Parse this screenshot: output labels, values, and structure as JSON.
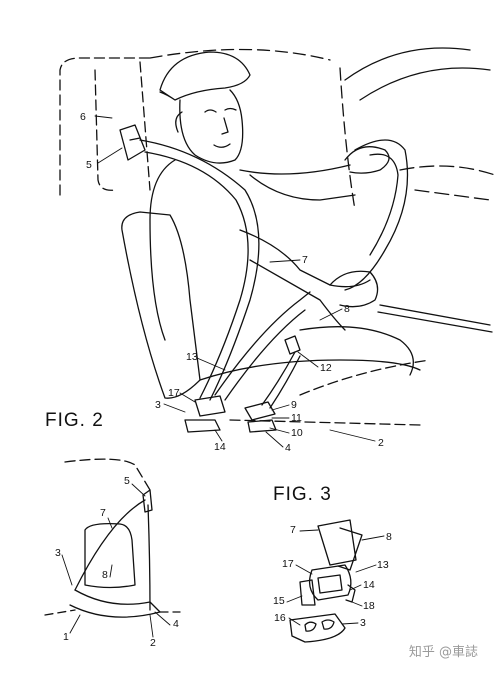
{
  "figures": {
    "fig2_label": "FIG. 2",
    "fig3_label": "FIG. 3"
  },
  "callouts_fig2_main": [
    "6",
    "5",
    "7",
    "8",
    "13",
    "12",
    "17",
    "3",
    "9",
    "11",
    "10",
    "14",
    "4",
    "2"
  ],
  "callouts_fig2_inset": [
    "5",
    "7",
    "3",
    "8",
    "1",
    "2",
    "4"
  ],
  "callouts_fig3": [
    "7",
    "8",
    "17",
    "13",
    "14",
    "15",
    "18",
    "16",
    "3"
  ],
  "watermark": "知乎 @車誌"
}
